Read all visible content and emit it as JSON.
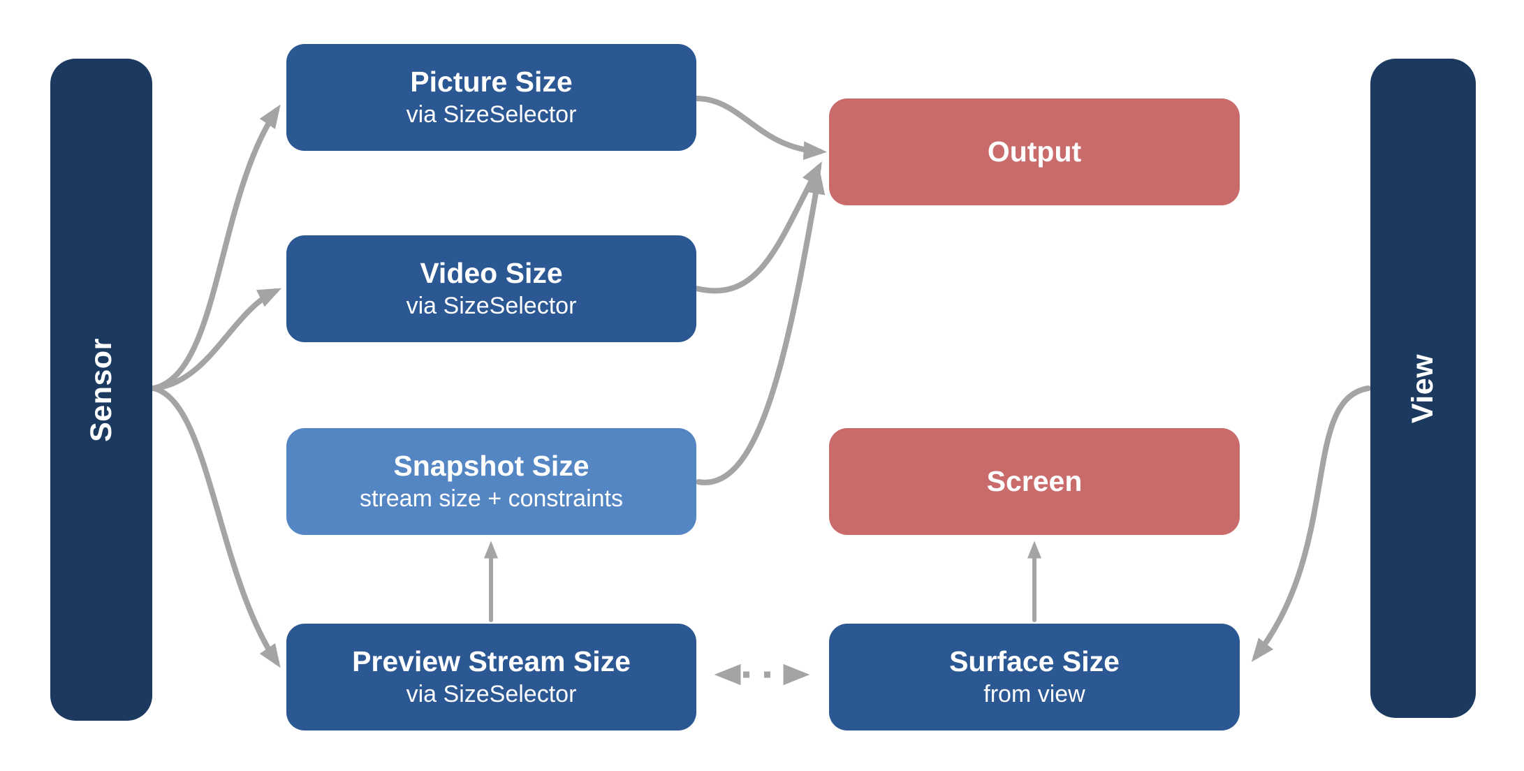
{
  "diagram": {
    "bars": [
      {
        "id": "sensor",
        "label": "Sensor"
      },
      {
        "id": "view",
        "label": "View"
      }
    ],
    "nodes": [
      {
        "id": "picture-size",
        "title": "Picture Size",
        "subtitle": "via SizeSelector",
        "color": "blue"
      },
      {
        "id": "video-size",
        "title": "Video Size",
        "subtitle": "via SizeSelector",
        "color": "blue"
      },
      {
        "id": "snapshot-size",
        "title": "Snapshot Size",
        "subtitle": "stream size + constraints",
        "color": "light-blue"
      },
      {
        "id": "preview-stream-size",
        "title": "Preview Stream Size",
        "subtitle": "via SizeSelector",
        "color": "blue"
      },
      {
        "id": "output",
        "title": "Output",
        "color": "red"
      },
      {
        "id": "screen",
        "title": "Screen",
        "color": "red"
      },
      {
        "id": "surface-size",
        "title": "Surface Size",
        "subtitle": "from view",
        "color": "blue"
      }
    ],
    "edges": [
      {
        "from": "sensor",
        "to": "picture-size",
        "style": "solid",
        "arrow": "end"
      },
      {
        "from": "sensor",
        "to": "video-size",
        "style": "solid",
        "arrow": "end"
      },
      {
        "from": "sensor",
        "to": "preview-stream-size",
        "style": "solid",
        "arrow": "end"
      },
      {
        "from": "picture-size",
        "to": "output",
        "style": "solid",
        "arrow": "end"
      },
      {
        "from": "video-size",
        "to": "output",
        "style": "solid",
        "arrow": "end"
      },
      {
        "from": "snapshot-size",
        "to": "output",
        "style": "solid",
        "arrow": "end"
      },
      {
        "from": "preview-stream-size",
        "to": "snapshot-size",
        "style": "solid",
        "arrow": "end"
      },
      {
        "from": "preview-stream-size",
        "to": "surface-size",
        "style": "dotted",
        "arrow": "both"
      },
      {
        "from": "surface-size",
        "to": "screen",
        "style": "solid",
        "arrow": "end"
      },
      {
        "from": "view",
        "to": "surface-size",
        "style": "solid",
        "arrow": "end"
      }
    ],
    "colors": {
      "background": "#ffffff",
      "bar": "#1c3a60",
      "node_blue": "#2b5793",
      "node_light_blue": "#5586c4",
      "node_red": "#c96b6b",
      "text": "#ffffff",
      "arrow": "#a4a4a4"
    }
  }
}
